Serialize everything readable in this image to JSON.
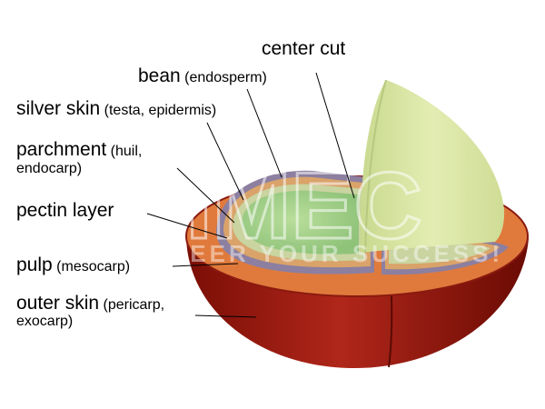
{
  "diagram": {
    "labels": {
      "center_cut": "center cut",
      "bean": "bean",
      "bean_sub": "(endosperm)",
      "silver_skin": "silver skin",
      "silver_skin_sub": "(testa, epidermis)",
      "parchment": "parchment",
      "parchment_sub1": "(huil,",
      "parchment_sub2": "endocarp)",
      "pectin_layer": "pectin layer",
      "pulp": "pulp",
      "pulp_sub": "(mesocarp)",
      "outer_skin": "outer skin",
      "outer_skin_sub1": "(pericarp,",
      "outer_skin_sub2": "exocarp)"
    },
    "watermark": {
      "brand": "SIMEC",
      "slogan": "WE ENGINEER YOUR SUCCESS!"
    },
    "colors": {
      "outer_skin": "#9e1a0e",
      "outer_skin_dark": "#6e0c05",
      "pulp": "#e07a3c",
      "pectin": "#8c7fa0",
      "parchment": "#d9a36a",
      "silver_skin": "#c9d4a0",
      "bean": "#a8d58a",
      "center_half": "#e0ebab"
    }
  }
}
